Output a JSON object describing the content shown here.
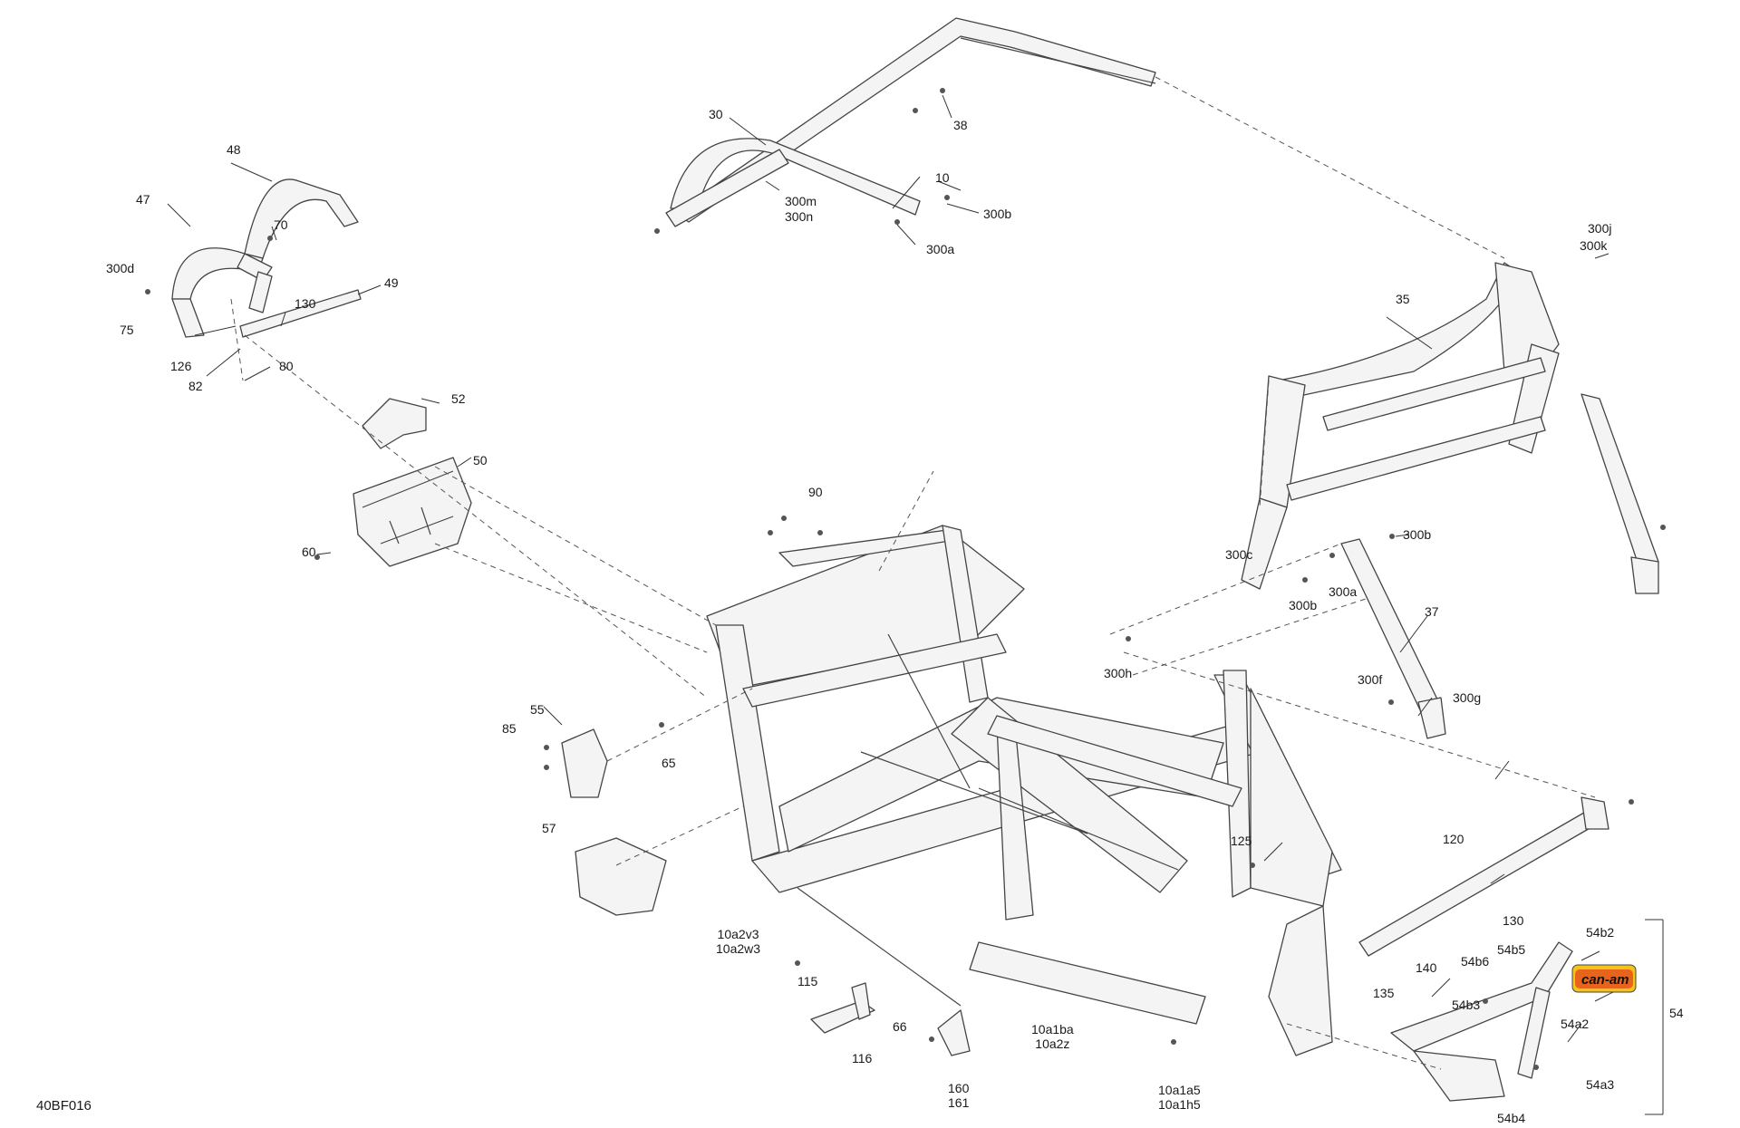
{
  "figure_id": "40BF016",
  "brand_logo_text": "can-am",
  "colors": {
    "line": "#444444",
    "fill": "#f2f2f2",
    "logo_orange": "#e8641b",
    "logo_yellow": "#f6c21c"
  },
  "callouts": {
    "c10": "10",
    "c30": "30",
    "c35": "35",
    "c37": "37",
    "c38": "38",
    "c300m": "300m",
    "c300n": "300n",
    "c300b_top": "300b",
    "c300a_top": "300a",
    "c300j": "300j",
    "c300k": "300k",
    "c48": "48",
    "c47": "47",
    "c70": "70",
    "c300d": "300d",
    "c49": "49",
    "c130_top": "130",
    "c75": "75",
    "c126": "126",
    "c82": "82",
    "c80": "80",
    "c52": "52",
    "c50": "50",
    "c60": "60",
    "c90": "90",
    "c300c": "300c",
    "c300b_right": "300b",
    "c300b_lower": "300b",
    "c300a_right": "300a",
    "c300h": "300h",
    "c300f": "300f",
    "c300g": "300g",
    "c55": "55",
    "c85": "85",
    "c65": "65",
    "c57": "57",
    "c125": "125",
    "c120": "120",
    "c130_right": "130",
    "c54b2": "54b2",
    "c54b6": "54b6",
    "c54b5": "54b5",
    "c140": "140",
    "c135": "135",
    "c54b3": "54b3",
    "c54": "54",
    "c54a2": "54a2",
    "c54a3": "54a3",
    "c54b4": "54b4",
    "c10a2v3": "10a2v3",
    "c10a2w3": "10a2w3",
    "c115": "115",
    "c116": "116",
    "c66": "66",
    "c10a1ba": "10a1ba",
    "c10a2z": "10a2z",
    "c160": "160",
    "c161": "161",
    "c10a1a5": "10a1a5",
    "c10a1h5": "10a1h5"
  }
}
